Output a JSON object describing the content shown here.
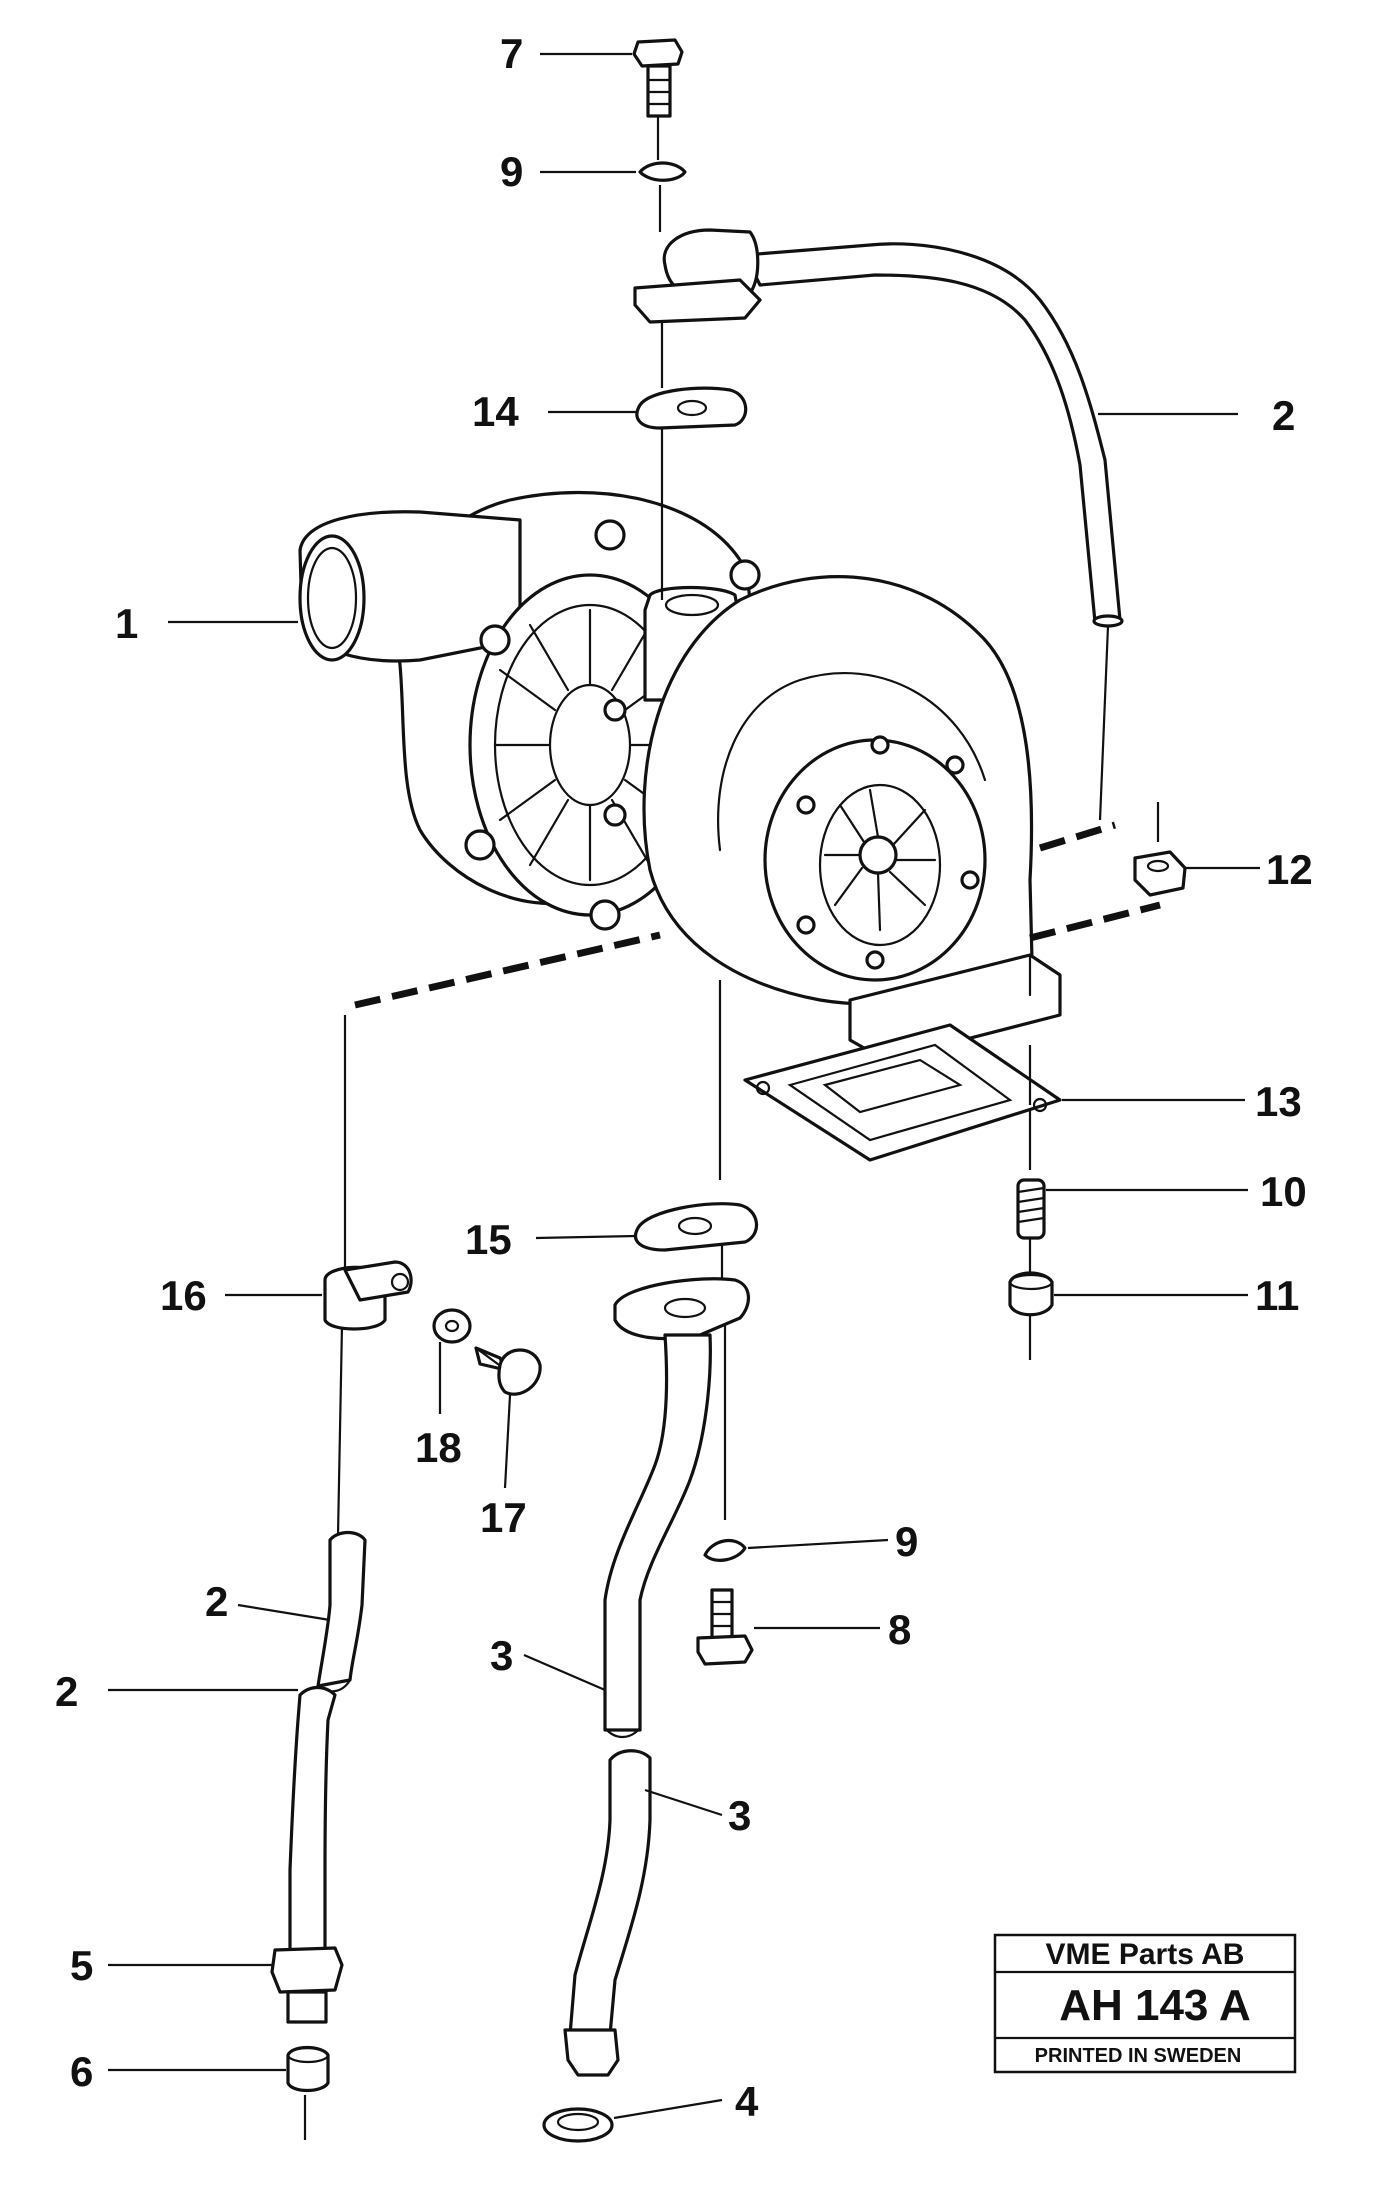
{
  "callouts": {
    "c7": "7",
    "c9_top": "9",
    "c14": "14",
    "c2_top": "2",
    "c1": "1",
    "c12": "12",
    "c13": "13",
    "c10": "10",
    "c11": "11",
    "c15": "15",
    "c16": "16",
    "c18": "18",
    "c17": "17",
    "c9_bottom": "9",
    "c8": "8",
    "c2_mid": "2",
    "c3_upper": "3",
    "c2_low": "2",
    "c3_lower": "3",
    "c5": "5",
    "c6": "6",
    "c4": "4"
  },
  "stamp": {
    "company": "VME Parts AB",
    "drawing_code": "AH 143 A",
    "printed": "PRINTED IN SWEDEN"
  }
}
